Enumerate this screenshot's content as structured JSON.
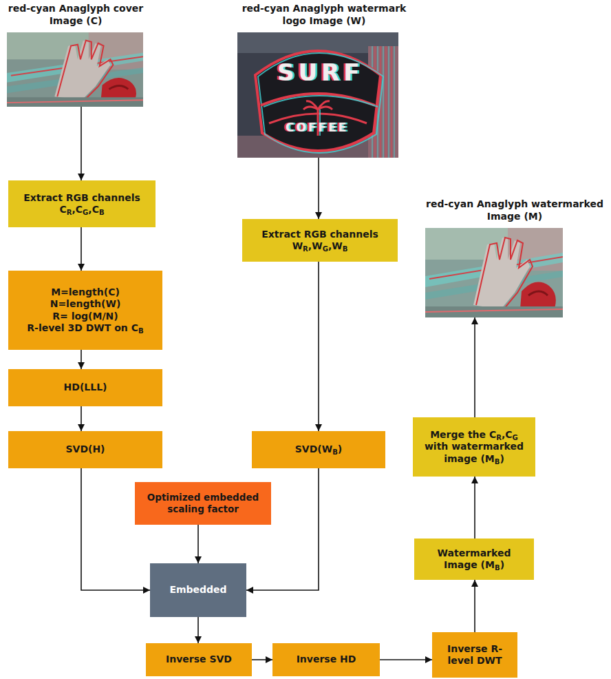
{
  "diagram": {
    "nodes": [
      {
        "text": [
          "red-cyan Anaglyph cover Image (C)"
        ]
      },
      {
        "text": [
          "red-cyan Anaglyph watermark logo Image (W)"
        ]
      },
      {
        "text": [
          "Extract RGB channels CR,CG,CB"
        ]
      },
      {
        "text": [
          "red-cyan Anaglyph watermarked Image (M)"
        ]
      },
      {
        "text": [
          "Extract RGB channels WR,WG,WB"
        ]
      },
      {
        "text": [
          "M=length(C)",
          "N=length(W)",
          "R= log(M/N)",
          "R-level 3D DWT on CB"
        ]
      },
      {
        "text": [
          "HD(LLL)"
        ]
      },
      {
        "text": [
          "SVD(H)"
        ]
      },
      {
        "text": [
          "Merge the CR,CG with watermarked image (MB)"
        ]
      },
      {
        "text": [
          "SVD(WB)"
        ]
      },
      {
        "text": [
          "Optimized embedded scaling factor"
        ]
      },
      {
        "text": [
          "Watermarked Image (MB)"
        ]
      },
      {
        "text": [
          "Embedded"
        ]
      },
      {
        "text": [
          "Inverse SVD"
        ]
      },
      {
        "text": [
          "Inverse HD"
        ]
      },
      {
        "text": [
          "Inverse R-level DWT"
        ]
      }
    ],
    "edges": [
      {
        "from": 0,
        "to": 2,
        "arrow": "to"
      },
      {
        "from": 2,
        "to": 5,
        "arrow": "to"
      },
      {
        "from": 5,
        "to": 6,
        "arrow": "to"
      },
      {
        "from": 6,
        "to": 7,
        "arrow": "to"
      },
      {
        "from": 1,
        "to": 4,
        "arrow": "to"
      },
      {
        "from": 4,
        "to": 9,
        "arrow": "to"
      },
      {
        "from": 7,
        "to": 12,
        "arrow": "to"
      },
      {
        "from": 10,
        "to": 12,
        "arrow": "to"
      },
      {
        "from": 9,
        "to": 12,
        "arrow": "to"
      },
      {
        "from": 12,
        "to": 13,
        "arrow": "to"
      },
      {
        "from": 13,
        "to": 14,
        "arrow": "to"
      },
      {
        "from": 14,
        "to": 15,
        "arrow": "to"
      },
      {
        "from": 15,
        "to": 11,
        "arrow": "to"
      },
      {
        "from": 11,
        "to": 8,
        "arrow": "to"
      },
      {
        "from": 8,
        "to": 3,
        "arrow": "to"
      }
    ],
    "labels": [
      "SURF",
      "COFFEE"
    ]
  }
}
